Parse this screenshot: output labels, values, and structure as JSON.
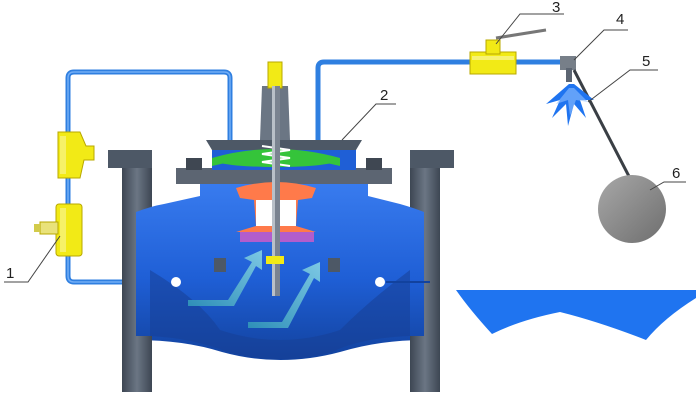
{
  "callouts": {
    "c1": "1",
    "c2": "2",
    "c3": "3",
    "c4": "4",
    "c5": "5",
    "c6": "6"
  },
  "colors": {
    "pipe": "#2f7fe0",
    "valve_body": "#1f5fd6",
    "valve_body_dark": "#12429e",
    "flange": "#4d5866",
    "fitting_yellow": "#f2ea16",
    "diaphragm_green": "#35c43a",
    "disc_orange": "#ff7a4a",
    "seat_purple": "#b25dcc",
    "flow_arrow": "#49a6c6",
    "float_ball": "#8a8a8a",
    "water": "#1f74f0",
    "leader_line": "#444444"
  },
  "icons": {
    "strainer": "y-strainer-icon",
    "needle_valve": "needle-valve-icon",
    "ball_valve": "ball-valve-icon",
    "pilot": "float-pilot-icon",
    "float_ball": "float-ball-icon"
  }
}
